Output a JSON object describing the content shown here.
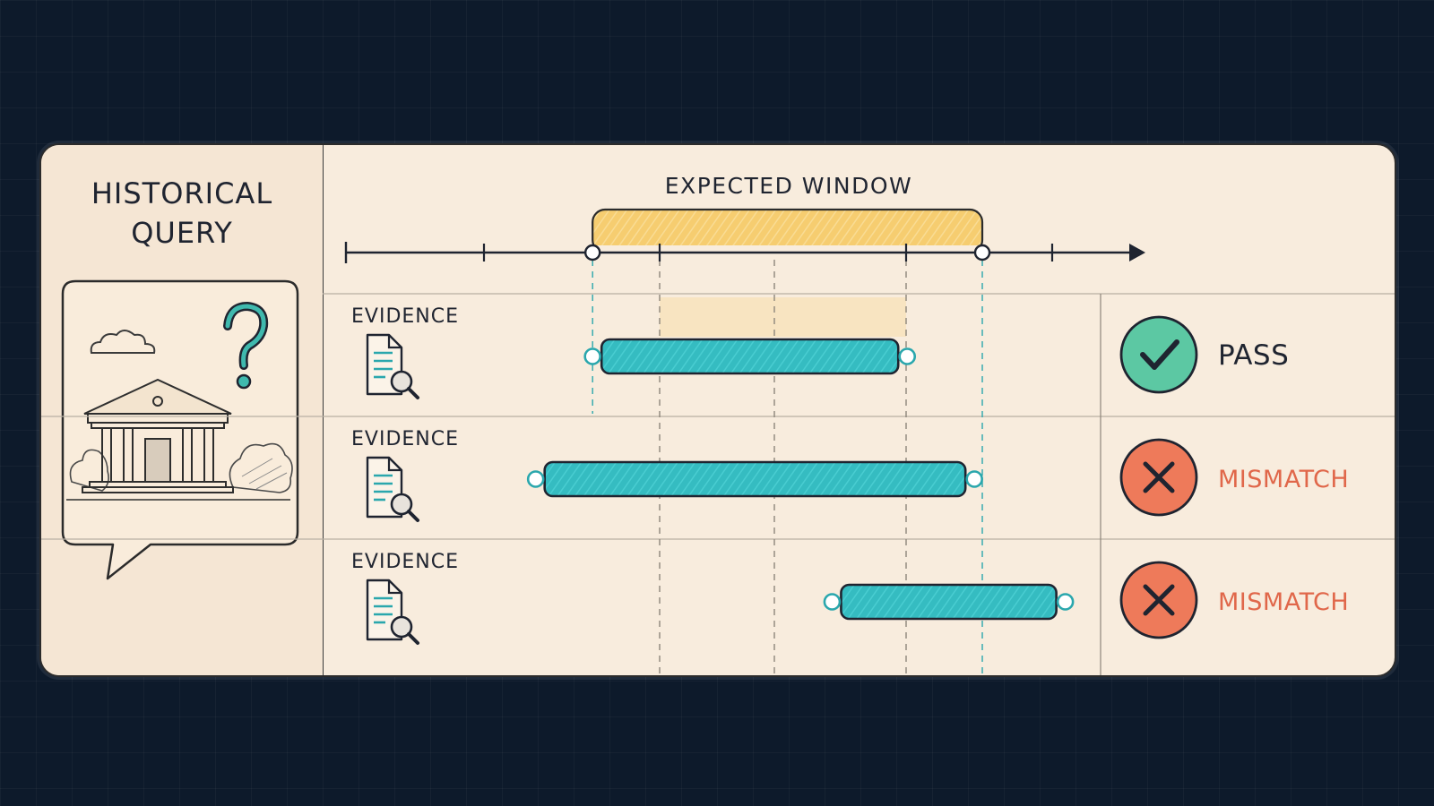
{
  "query": {
    "title_line1": "HISTORICAL",
    "title_line2": "QUERY",
    "icons": [
      "cloud-icon",
      "question-mark-icon",
      "museum-building-icon",
      "bush-icon"
    ]
  },
  "timeline": {
    "label": "EXPECTED WINDOW",
    "expected_window": {
      "start": 0.312,
      "end": 0.805
    }
  },
  "rows": [
    {
      "label": "EVIDENCE",
      "icon": "document-search-icon",
      "span": {
        "start": 0.312,
        "end": 0.71
      },
      "status": "PASS",
      "status_icon": "check-icon"
    },
    {
      "label": "EVIDENCE",
      "icon": "document-search-icon",
      "span": {
        "start": 0.24,
        "end": 0.795
      },
      "status": "MISMATCH",
      "status_icon": "x-icon"
    },
    {
      "label": "EVIDENCE",
      "icon": "document-search-icon",
      "span": {
        "start": 0.615,
        "end": 0.91
      },
      "status": "MISMATCH",
      "status_icon": "x-icon"
    }
  ],
  "colors": {
    "background": "#0d1a2b",
    "card": "#f8ecdd",
    "window": "#f6cd70",
    "bar": "#35bcc1",
    "pass": "#5cc8a3",
    "mismatch": "#ee7a5a",
    "mismatch_text": "#e0674a"
  }
}
